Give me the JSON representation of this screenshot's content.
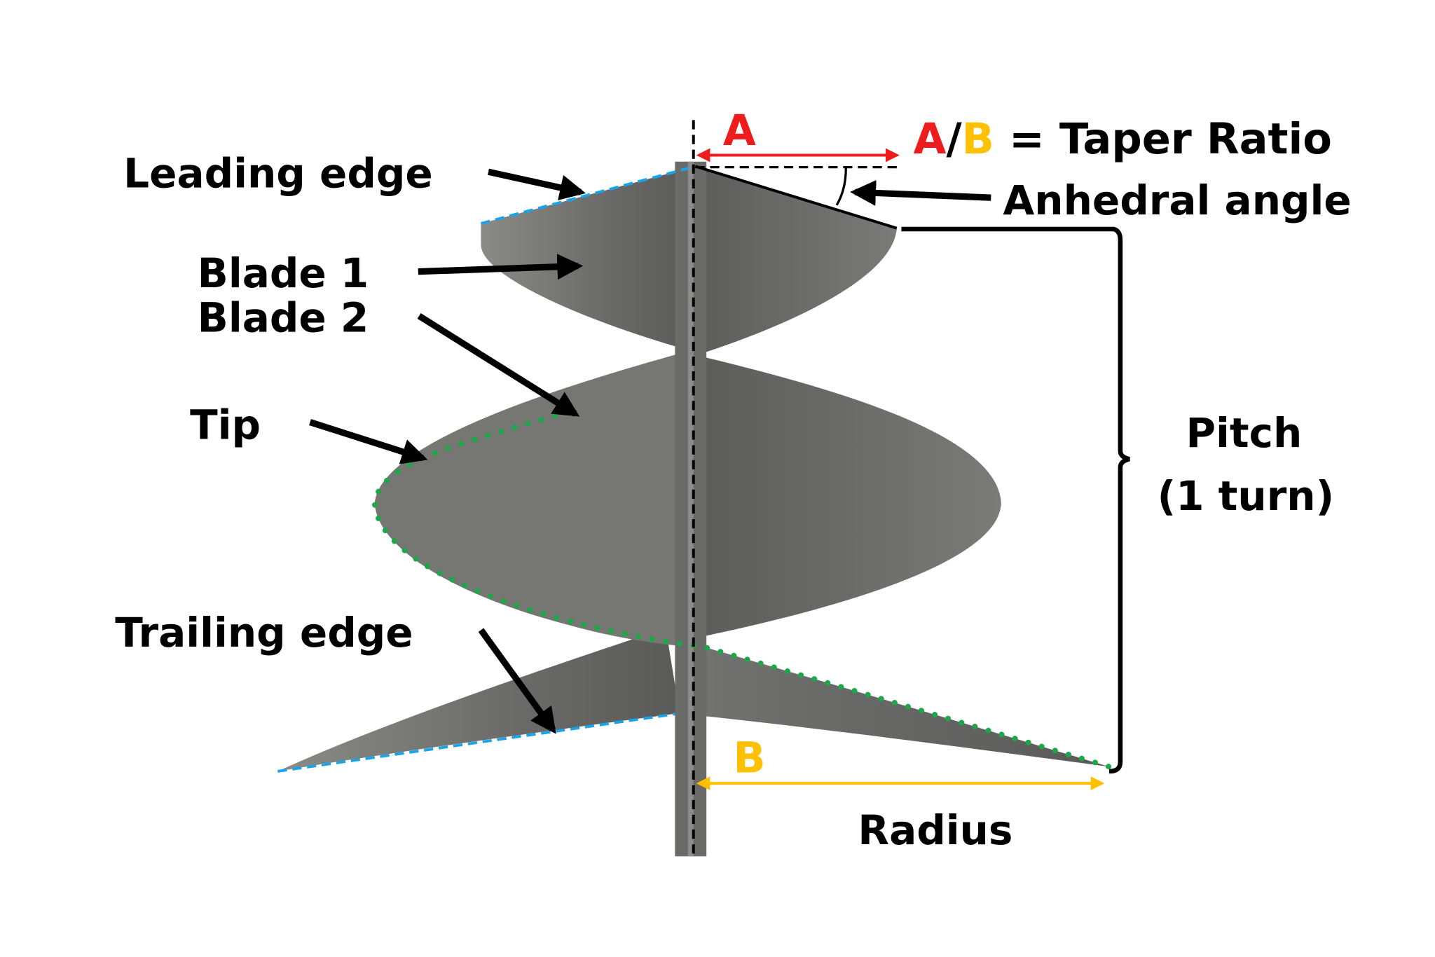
{
  "title": "Screw blade geometry",
  "labels": {
    "leading_edge": "Leading edge",
    "blade1": "Blade 1",
    "blade2": "Blade 2",
    "tip": "Tip",
    "trailing_edge": "Trailing edge",
    "a": "A",
    "taper_a": "A",
    "taper_slash": "/",
    "taper_b": "B",
    "taper_rest": " = Taper Ratio",
    "anhedral": "Anhedral angle",
    "pitch_line1": "Pitch",
    "pitch_line2": "(1 turn)",
    "b": "B",
    "radius": "Radius"
  },
  "colors": {
    "a_red": "#ee1c1c",
    "b_yellow": "#ffc000",
    "leading_trailing_blue": "#1aa3e8",
    "tip_green": "#1fa64a",
    "blade_gray": "#6e6e6e"
  }
}
